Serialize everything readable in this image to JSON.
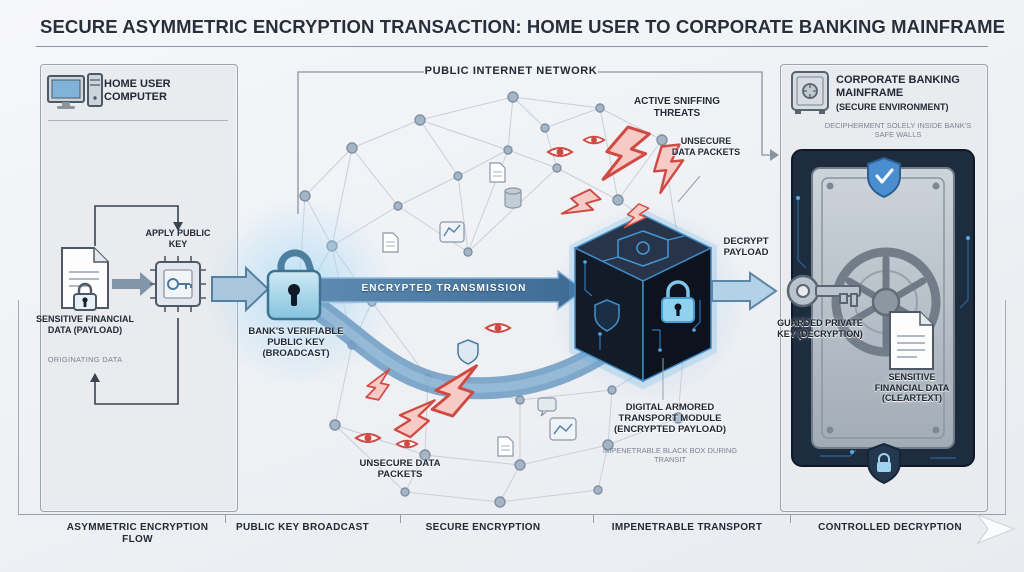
{
  "title": "SECURE ASYMMETRIC ENCRYPTION TRANSACTION: HOME USER TO CORPORATE BANKING MAINFRAME",
  "home": {
    "title": "HOME USER COMPUTER",
    "payload_label": "SENSITIVE FINANCIAL DATA (PAYLOAD)",
    "originating_label": "ORIGINATING DATA",
    "apply_key_label": "APPLY PUBLIC KEY"
  },
  "network": {
    "title": "PUBLIC INTERNET NETWORK",
    "public_key_label": "BANK'S VERIFIABLE PUBLIC KEY (BROADCAST)",
    "transmission_label": "ENCRYPTED TRANSMISSION",
    "sniffing_label": "ACTIVE SNIFFING THREATS",
    "unsecure_top_label": "UNSECURE DATA PACKETS",
    "unsecure_bottom_label": "UNSECURE DATA PACKETS",
    "transport_label": "DIGITAL ARMORED TRANSPORT MODULE (ENCRYPTED PAYLOAD)",
    "blackbox_label": "IMPENETRABLE BLACK BOX DURING TRANSIT",
    "decrypt_label": "DECRYPT PAYLOAD"
  },
  "mainframe": {
    "title": "CORPORATE BANKING MAINFRAME",
    "subtitle": "(SECURE ENVIRONMENT)",
    "note": "DECIPHERMENT SOLELY INSIDE BANK'S SAFE WALLS",
    "private_key_label": "GUARDED PRIVATE KEY (DECRYPTION)",
    "cleartext_label": "SENSITIVE FINANCIAL DATA (CLEARTEXT)"
  },
  "footer": {
    "sections": [
      "ASYMMETRIC ENCRYPTION FLOW",
      "PUBLIC KEY BROADCAST",
      "SECURE ENCRYPTION",
      "IMPENETRABLE TRANSPORT",
      "CONTROLLED DECRYPTION"
    ]
  },
  "colors": {
    "accent_blue": "#4f7ca6",
    "glow_blue": "#a5d6ef",
    "threat_red": "#cf4a42",
    "cube_dark": "#0d1320",
    "circuit_blue": "#3f8cc5"
  }
}
